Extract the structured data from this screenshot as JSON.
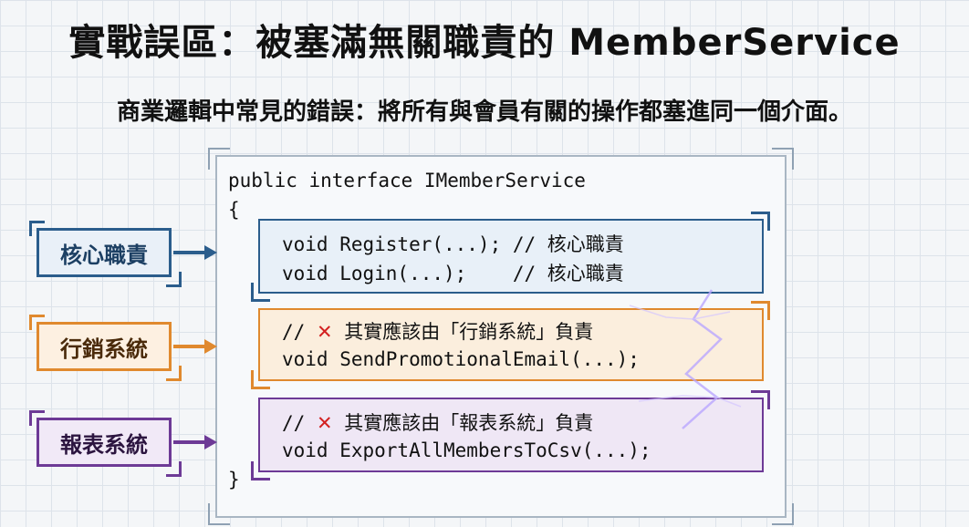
{
  "title": "實戰誤區：被塞滿無關職責的 MemberService",
  "subtitle": "商業邏輯中常見的錯誤：將所有與會員有關的操作都塞進同一個介面。",
  "code": {
    "interface_decl": "public interface IMemberService",
    "open_brace": "{",
    "close_brace": "}",
    "core_lines": [
      "void Register(...); // 核心職責",
      "void Login(...);    // 核心職責"
    ],
    "marketing_comment_prefix": "// ",
    "marketing_comment_mark": "✕",
    "marketing_comment_text": " 其實應該由「行銷系統」負責",
    "marketing_method": "void SendPromotionalEmail(...);",
    "report_comment_prefix": "// ",
    "report_comment_mark": "✕",
    "report_comment_text": " 其實應該由「報表系統」負責",
    "report_method": "void ExportAllMembersToCsv(...);"
  },
  "labels": {
    "core": "核心職責",
    "marketing": "行銷系統",
    "report": "報表系統"
  },
  "colors": {
    "core": "#2b5d8c",
    "marketing": "#e0892e",
    "report": "#6d3a96",
    "error_mark": "#d32020"
  }
}
